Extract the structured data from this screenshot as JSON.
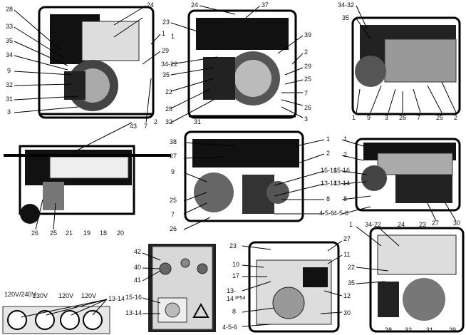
{
  "figure": {
    "views": [
      {
        "id": "view-1",
        "callouts": [
          "28",
          "33",
          "35",
          "34",
          "9",
          "32",
          "31",
          "3",
          "24",
          "2",
          "29",
          "43",
          "7",
          "1"
        ]
      },
      {
        "id": "view-2",
        "callouts": [
          "24",
          "37",
          "23",
          "1",
          "34-22",
          "35",
          "22",
          "28",
          "32",
          "31",
          "39",
          "2",
          "29",
          "25",
          "7",
          "26",
          "3"
        ]
      },
      {
        "id": "view-3",
        "callouts": [
          "34-32",
          "35",
          "1",
          "9",
          "3",
          "26",
          "7",
          "25",
          "2"
        ]
      },
      {
        "id": "view-4",
        "callouts": [
          "26",
          "25",
          "21",
          "19",
          "18",
          "20"
        ]
      },
      {
        "id": "view-5",
        "callouts": [
          "38",
          "27",
          "9",
          "25",
          "7",
          "26",
          "2",
          "15-16",
          "13-14",
          "8",
          "4-5-6",
          "1"
        ]
      },
      {
        "id": "view-6",
        "callouts": [
          "1",
          "2",
          "15-16",
          "13-14",
          "8",
          "4-5-6",
          "27",
          "30"
        ]
      },
      {
        "id": "view-7",
        "callouts": [
          "42",
          "40",
          "41",
          "15-16",
          "13-14"
        ]
      },
      {
        "id": "view-8",
        "callouts": [
          "23",
          "27",
          "10",
          "11",
          "17",
          "13-",
          "14",
          "IP54",
          "8",
          "12",
          "30",
          "4-5-6"
        ]
      },
      {
        "id": "view-9",
        "callouts": [
          "1",
          "34-22",
          "24",
          "23",
          "22",
          "35",
          "28",
          "32",
          "31",
          "29"
        ]
      },
      {
        "id": "view-10",
        "callouts": [
          "120V/240V",
          "230V",
          "120V",
          "120V",
          "13-14"
        ]
      }
    ]
  }
}
